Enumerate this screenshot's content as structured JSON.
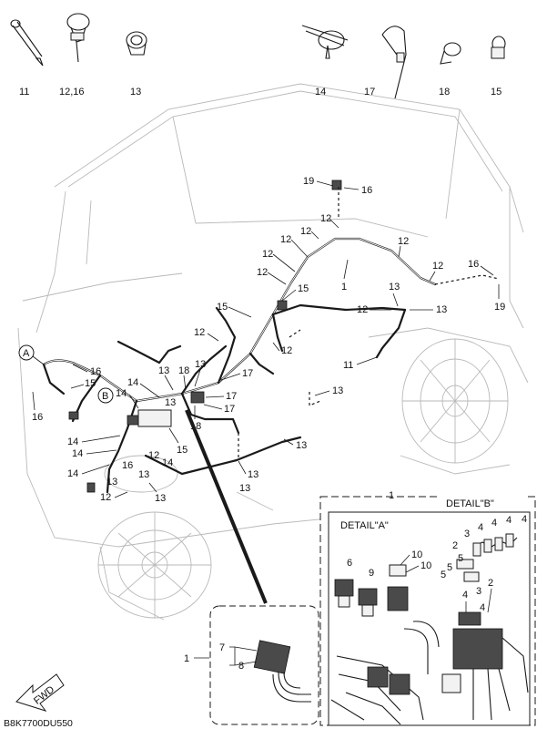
{
  "diagram": {
    "code": "B8K7700DU550",
    "fwd_label": "FWD",
    "clip_parts": [
      {
        "id": "p11",
        "label": "11"
      },
      {
        "id": "p12",
        "label": "12,16"
      },
      {
        "id": "p13",
        "label": "13"
      },
      {
        "id": "p14",
        "label": "14"
      },
      {
        "id": "p17",
        "label": "17"
      },
      {
        "id": "p18",
        "label": "18"
      },
      {
        "id": "p15",
        "label": "15"
      }
    ],
    "callouts": {
      "main_harness": "1",
      "n19a": "19",
      "n16a": "16",
      "n12a": "12",
      "n12b": "12",
      "n12c": "12",
      "n12d": "12",
      "n12e": "12",
      "n12f": "12",
      "n16b": "16",
      "n19b": "19",
      "n13a": "13",
      "n12g": "12",
      "n13b": "13",
      "n15a": "15",
      "n15b": "15",
      "n12h": "12",
      "n12i": "12",
      "n12j": "12",
      "n11": "11",
      "n13c": "13",
      "n16c": "16",
      "n15c": "15",
      "n16d": "16",
      "n14a": "14",
      "n13d": "13",
      "n18a": "18",
      "n13e": "13",
      "n17a": "17",
      "n14b": "14",
      "n17b": "17",
      "n17c": "17",
      "n13f": "13",
      "n18b": "18",
      "n13g": "13",
      "n14c": "14",
      "n14d": "14",
      "n12k": "12",
      "n15d": "15",
      "n14e": "14",
      "n14f": "14",
      "n16e": "16",
      "n13h": "13",
      "n13i": "13",
      "n13j": "13",
      "n12l": "12",
      "n13k": "13",
      "n13l": "13"
    },
    "markers": {
      "a": "A",
      "b": "B"
    },
    "detail_a": {
      "title": "DETAIL\"A\"",
      "ref": "1",
      "labels": {
        "n6": "6",
        "n9": "9",
        "n10a": "10",
        "n10b": "10"
      }
    },
    "detail_b": {
      "title": "DETAIL\"B\"",
      "labels": {
        "n4a": "4",
        "n4b": "4",
        "n4c": "4",
        "n4d": "4",
        "n4e": "4",
        "n3a": "3",
        "n2a": "2",
        "n5a": "5",
        "n5b": "5",
        "n5c": "5",
        "n3b": "3",
        "n2b": "2",
        "n4f": "4"
      }
    },
    "inset": {
      "ref": "1",
      "labels": {
        "n7": "7",
        "n8": "8"
      }
    }
  }
}
